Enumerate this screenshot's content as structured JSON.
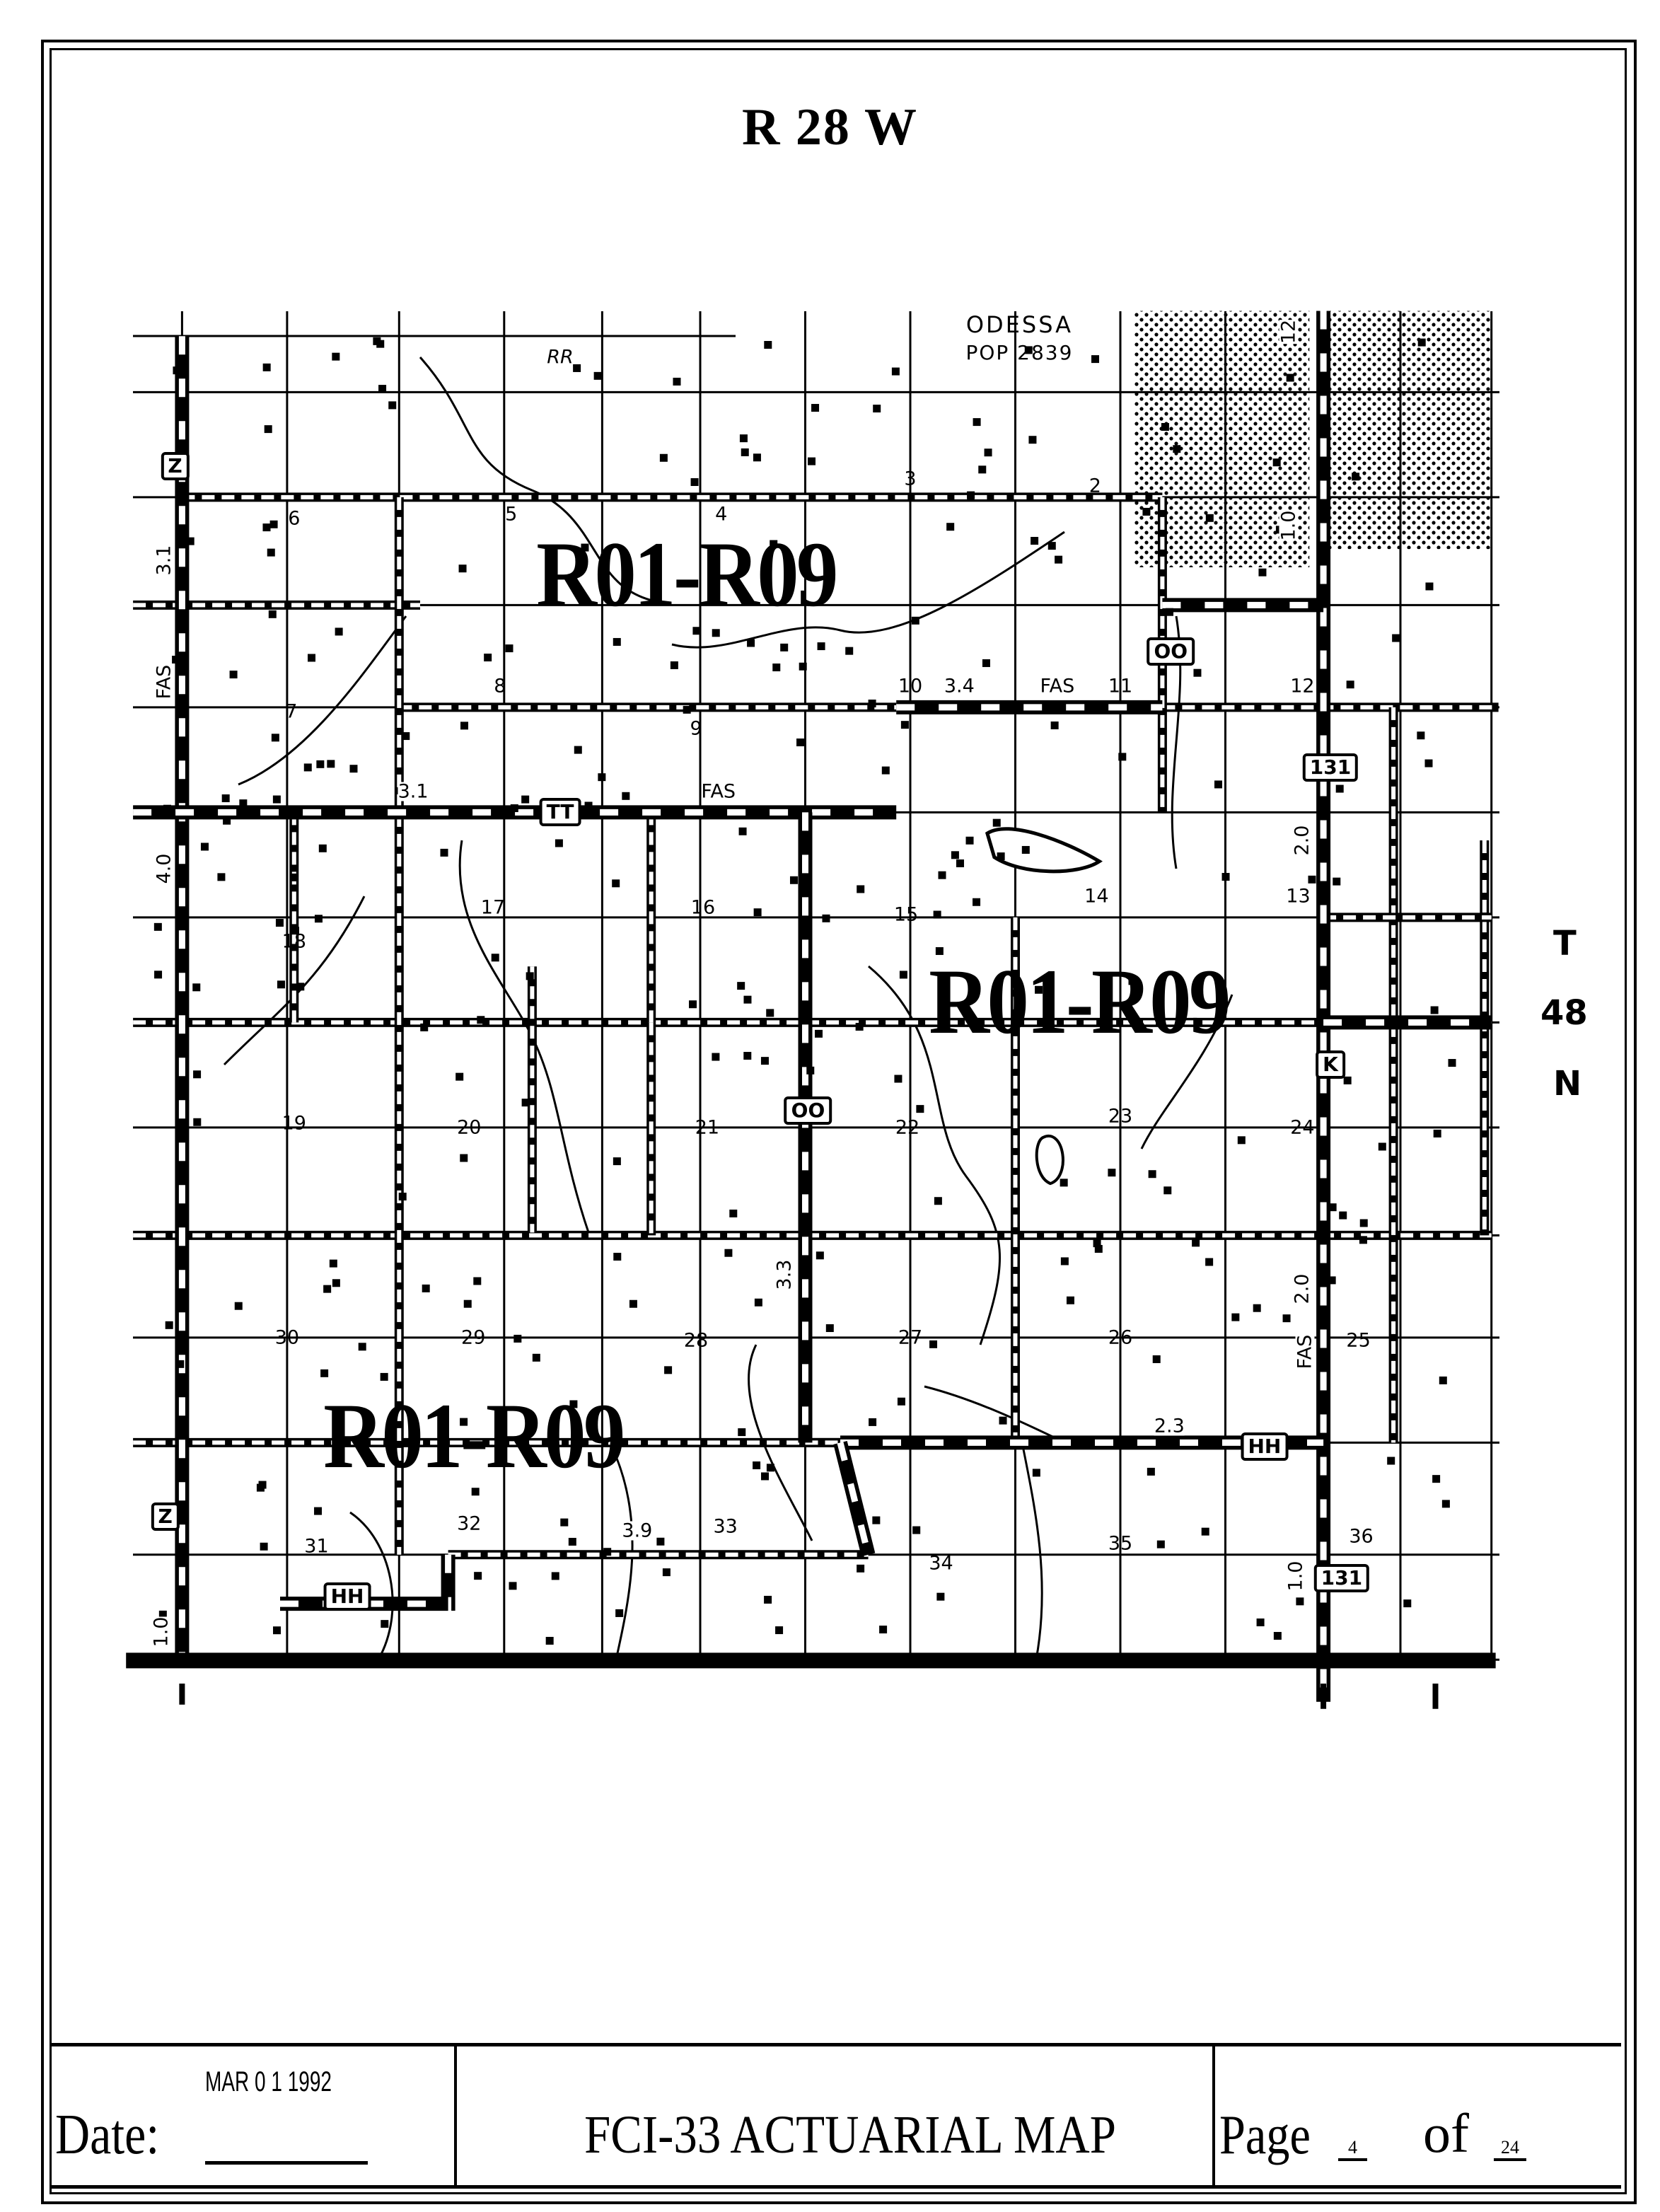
{
  "header": {
    "title": "R 28 W"
  },
  "map": {
    "town": {
      "name": "ODESSA",
      "population": "POP 2839"
    },
    "railroad_label": "RR",
    "rate_zone_labels": [
      "R01-R09",
      "R01-R09",
      "R01-R09"
    ],
    "township": [
      "T",
      "48",
      "N"
    ],
    "sections": [
      "6",
      "5",
      "4",
      "3",
      "2",
      "7",
      "8",
      "9",
      "10",
      "11",
      "12",
      "18",
      "17",
      "16",
      "15",
      "14",
      "13",
      "19",
      "20",
      "21",
      "22",
      "23",
      "24",
      "30",
      "29",
      "28",
      "27",
      "26",
      "25",
      "31",
      "32",
      "33",
      "34",
      "35",
      "36"
    ],
    "road_shields": [
      "TT",
      "OO",
      "OO",
      "131",
      "131",
      "K",
      "Z",
      "Z",
      "HH",
      "HH"
    ],
    "mileage_labels": [
      "3.4",
      "3.1",
      "4.0",
      "3.1",
      "1.0",
      "2.0",
      "3.3",
      "2.0",
      "2.3",
      "3.9",
      "1.0",
      "1.0",
      "12"
    ],
    "fas_labels": [
      "FAS",
      "FAS",
      "FAS",
      "FAS"
    ]
  },
  "footer": {
    "date_label": "Date:",
    "date_value": "MAR 0 1 1992",
    "map_name": "FCI-33 ACTUARIAL MAP",
    "page_label": "Page",
    "page_number": "4",
    "of_label": "of",
    "page_total": "24"
  }
}
